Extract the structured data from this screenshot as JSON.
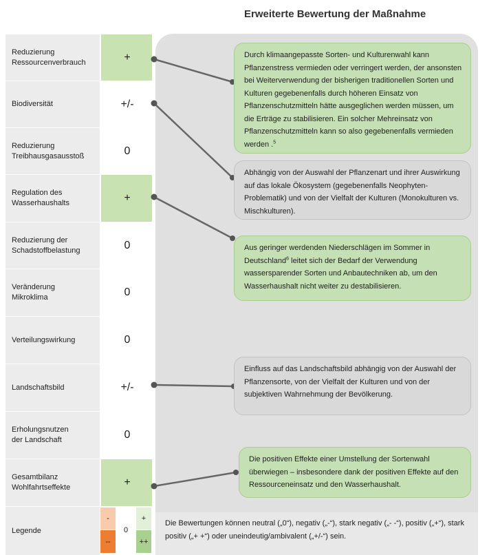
{
  "title": "Erweiterte Bewertung der Maßnahme",
  "rows": [
    {
      "label_line1": "Reduzierung",
      "label_line2": "Ressourcenverbrauch",
      "score": "+"
    },
    {
      "label_line1": "Biodiversität",
      "label_line2": "",
      "score": "+/-"
    },
    {
      "label_line1": "Reduzierung",
      "label_line2": "Treibhausgasausstoß",
      "score": "0"
    },
    {
      "label_line1": "Regulation des",
      "label_line2": "Wasserhaushalts",
      "score": "+"
    },
    {
      "label_line1": "Reduzierung der",
      "label_line2": "Schadstoffbelastung",
      "score": "0"
    },
    {
      "label_line1": "Veränderung",
      "label_line2": "Mikroklima",
      "score": "0"
    },
    {
      "label_line1": "Verteilungswirkung",
      "label_line2": "",
      "score": "0"
    },
    {
      "label_line1": "Landschaftsbild",
      "label_line2": "",
      "score": "+/-"
    },
    {
      "label_line1": "Erholungsnutzen",
      "label_line2": "der Landschaft",
      "score": "0"
    },
    {
      "label_line1": "Gesamtbilanz",
      "label_line2": "Wohlfahrtseffekte",
      "score": "+"
    }
  ],
  "bubbles": {
    "ressourcen": {
      "text": "Durch klimaangepasste Sorten- und Kulturenwahl kann Pflanzenstress vermieden oder verringert werden, der ansonsten bei Weiterverwendung der bisherigen traditionellen Sorten und Kulturen gegebenenfalls durch höheren Einsatz von Pflanzenschutzmitteln hätte ausgeglichen werden müssen, um die Erträge zu stabilisieren. Ein solcher Mehreinsatz von Pflanzenschutzmitteln kann so also gegebenenfalls vermieden werden .",
      "footnote": "5"
    },
    "biodiversitaet": {
      "text": "Abhängig von der Auswahl der Pflanzenart und ihrer Auswirkung auf das lokale Ökosystem (gegebenenfalls Neophyten-Problematik) und von der Vielfalt der Kulturen (Monokulturen vs. Mischkulturen)."
    },
    "wasserhaushalt": {
      "text_before": "Aus geringer werdenden Niederschlägen im Sommer in Deutschland",
      "footnote": "6",
      "text_after": " leitet sich der Bedarf der Verwendung wassersparender Sorten und Anbautechniken ab, um den Wasserhaushalt nicht weiter zu destabilisieren."
    },
    "landschaftsbild": {
      "text": "Einfluss auf das Landschaftsbild abhängig von der Auswahl der Pflanzensorte, von der Vielfalt der Kulturen und von der subjektiven Wahrnehmung der Bevölkerung."
    },
    "gesamtbilanz": {
      "text": "Die positiven Effekte einer Umstellung der Sortenwahl überwiegen – insbesondere dank der positiven Effekte auf den Ressourceneinsatz und den Wasserhaushalt."
    }
  },
  "legend": {
    "label": "Legende",
    "neg": "-",
    "strong_neg": "--",
    "neutral": "0",
    "pos": "+",
    "strong_pos": "++",
    "text": "Die Bewertungen können neutral („0“), negativ („-“), stark negativ („- -“), positiv („+“), stark positiv („+ +“) oder uneindeutig/ambivalent („+/-“) sein.",
    "colors": {
      "neg": "#f8cbad",
      "strong_neg": "#ed7d31",
      "neutral": "#ffffff",
      "pos": "#e2efd9",
      "strong_pos": "#a9d08e"
    }
  }
}
